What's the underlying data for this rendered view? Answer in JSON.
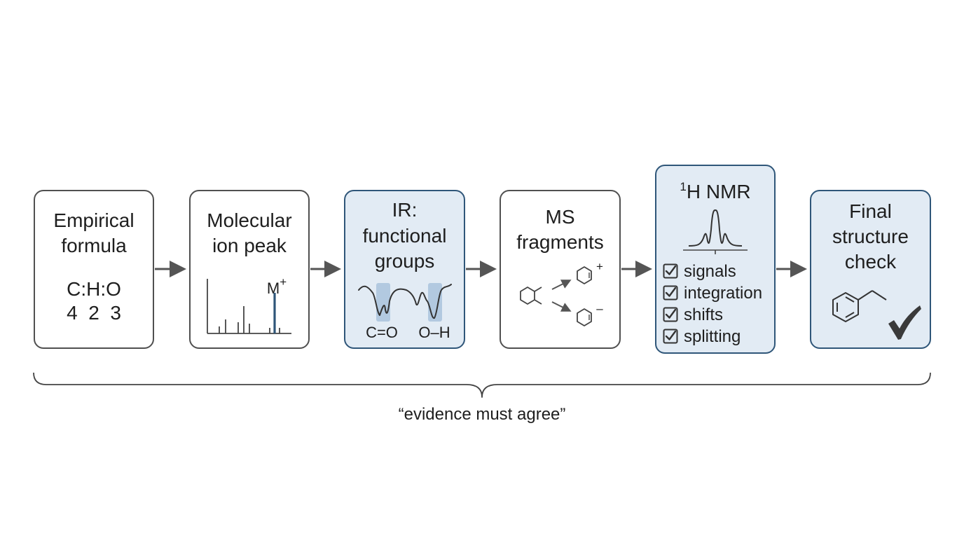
{
  "steps": [
    {
      "title_line1": "Empirical",
      "title_line2": "formula",
      "ratio_label": "C:H:O",
      "ratio_values": "4  2  3"
    },
    {
      "title_line1": "Molecular",
      "title_line2": "ion peak",
      "peak_label": "M",
      "peak_charge": "+"
    },
    {
      "title_line1": "IR:",
      "title_line2": "functional",
      "title_line3": "groups",
      "band1_label": "C=O",
      "band2_label": "O–H"
    },
    {
      "title_line1": "MS",
      "title_line2": "fragments",
      "frag1_charge": "+",
      "frag2_charge": "–"
    },
    {
      "title_iso": "1",
      "title": "H NMR",
      "checklist": [
        "signals",
        "integration",
        "shifts",
        "splitting"
      ]
    },
    {
      "title_line1": "Final",
      "title_line2": "structure",
      "title_line3": "check"
    }
  ],
  "footer": {
    "caption": "“evidence must agree”"
  },
  "colors": {
    "box_border": "#505050",
    "highlight_border": "#2f5679",
    "highlight_fill": "#e2ebf4",
    "ir_band_fill": "#a9c3dc",
    "mplus_peak": "#2f5679"
  },
  "icons": [
    "arrow-right-icon",
    "checkbox-checked-icon",
    "benzene-ring-icon",
    "check-mark-icon",
    "curly-brace-icon"
  ]
}
